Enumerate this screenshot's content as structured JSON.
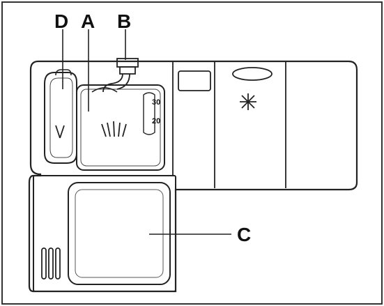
{
  "labels": {
    "a": "A",
    "b": "B",
    "c": "C",
    "d": "D"
  },
  "dosage_marks": {
    "upper": "30",
    "lower": "20"
  },
  "colors": {
    "line": "#222222",
    "frame": "#333333",
    "background": "#ffffff"
  }
}
